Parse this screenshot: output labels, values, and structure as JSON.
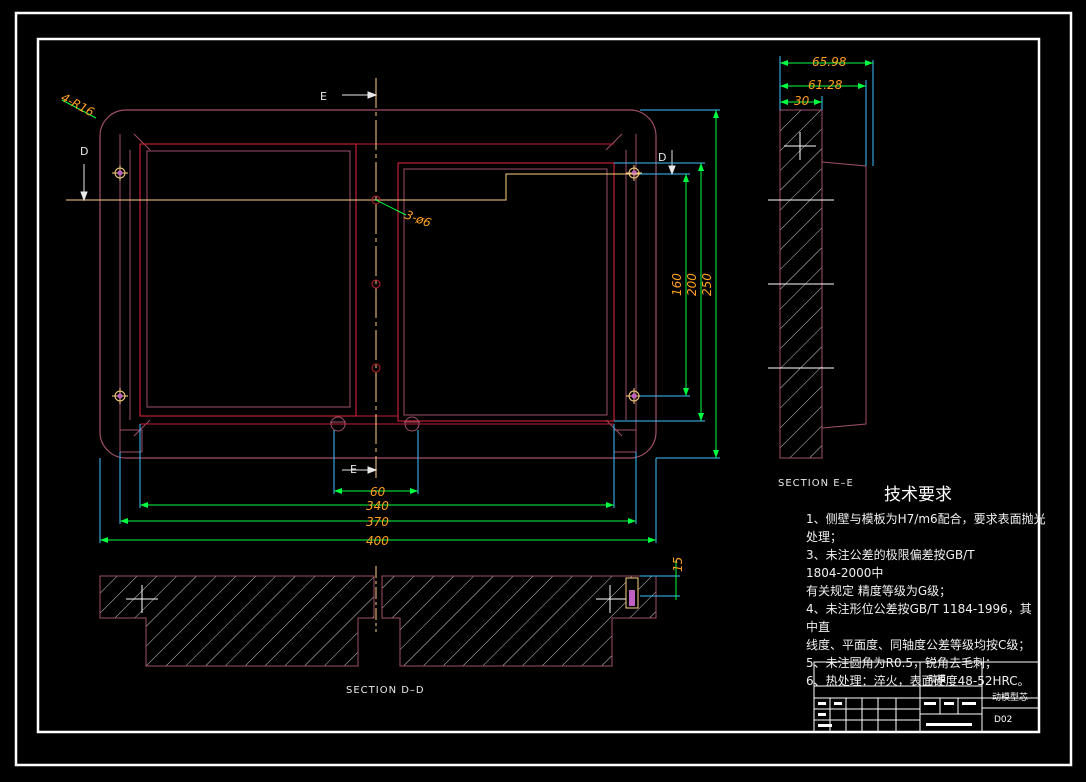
{
  "drawing": {
    "top_view": {
      "label_corner_radius": "4-R16",
      "label_holes": "3-ø6",
      "cut_d_left": "D",
      "cut_d_right": "D",
      "cut_e_top": "E",
      "cut_e_bottom": "E",
      "dim_60": "60",
      "dim_340": "340",
      "dim_370": "370",
      "dim_400": "400",
      "dim_160": "160",
      "dim_200": "200",
      "dim_250": "250"
    },
    "section_de": {
      "title": "SECTION D–D",
      "dim_15": "15"
    },
    "section_ee": {
      "title": "SECTION E–E",
      "dim_6598": "65.98",
      "dim_6128": "61.28",
      "dim_30": "30"
    },
    "tech_requirements": {
      "title": "技术要求",
      "lines": [
        "1、侧壁与模板为H7/m6配合，要求表面抛光",
        "    处理；",
        "3、未注公差的极限偏差按GB/T",
        "1804-2000中",
        "    有关规定 精度等级为G级；",
        "4、未注形位公差按GB/T 1184-1996，其",
        "中直",
        "    线度、平面度、同轴度公差等级均按C级；",
        "5、未注圆角为R0.5，锐角去毛刺；",
        "6、热处理：淬火，表面硬度48-52HRC。"
      ]
    },
    "title_block": {
      "part_name": "动模型芯",
      "drawing_no": "D02",
      "center_mark": "动模"
    }
  },
  "colors": {
    "background": "#000000",
    "frame": "#ffffff",
    "outline": "#a0506a",
    "cavity": "#c02030",
    "centerline": "#ffd080",
    "dimension": "#00ff40",
    "extension": "#40c0ff",
    "hatch": "#ffffff"
  }
}
